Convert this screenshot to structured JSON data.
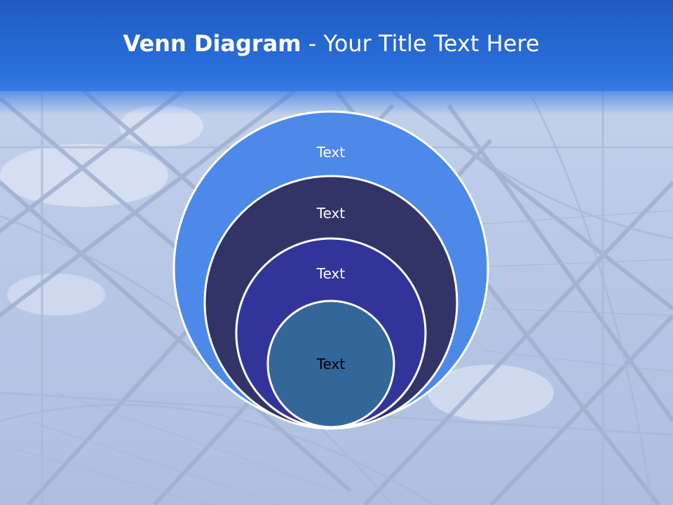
{
  "slide": {
    "title_bold": "Venn Diagram",
    "title_rest": " - Your Title Text Here"
  },
  "diagram": {
    "type": "nested-circles",
    "circles": [
      {
        "label": "Text",
        "fill": "#4d89e8"
      },
      {
        "label": "Text",
        "fill": "#323366"
      },
      {
        "label": "Text",
        "fill": "#33349a"
      },
      {
        "label": "Text",
        "fill": "#336699"
      }
    ],
    "outline_color": "#ffffff"
  },
  "theme": {
    "title_bar": "#2a6fdc",
    "background": "#b7c6e2"
  }
}
